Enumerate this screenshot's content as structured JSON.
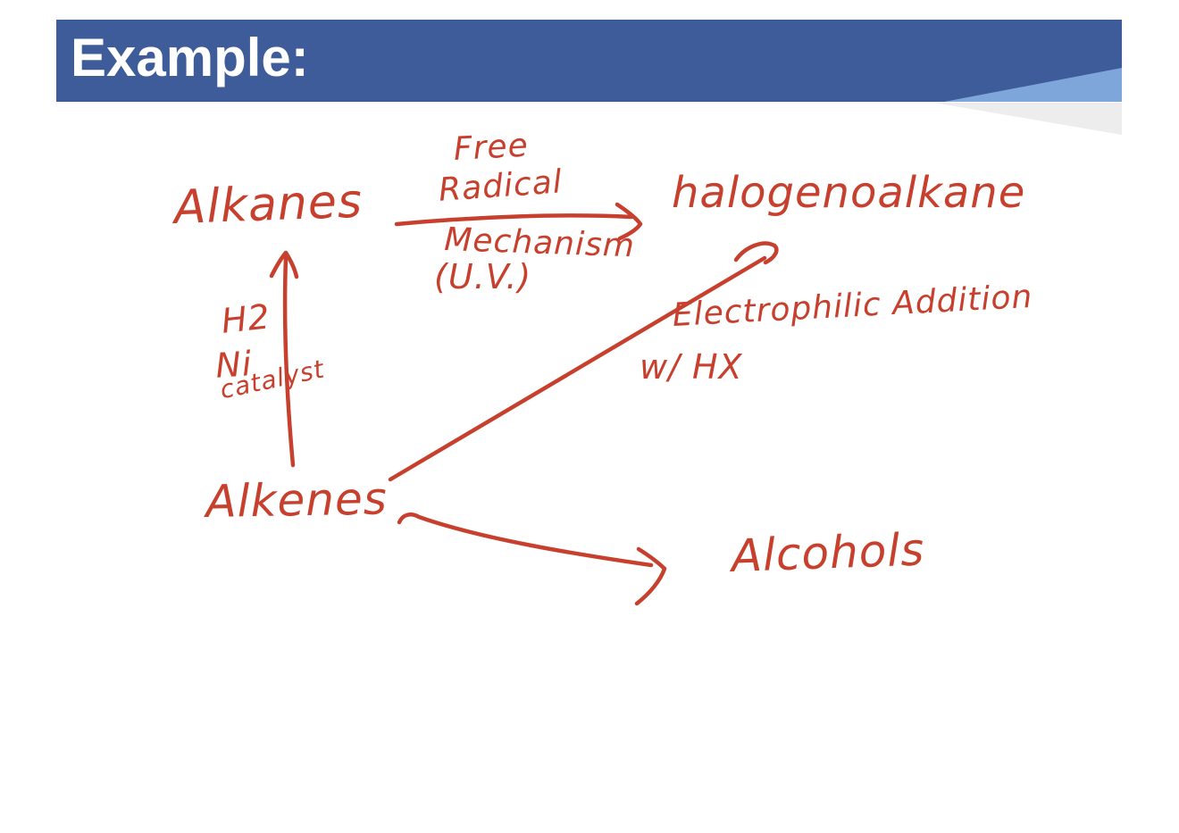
{
  "slide": {
    "title": "Example:"
  },
  "colors": {
    "banner_blue": "#3E5B9A",
    "accent_light_blue": "#7EA6DB",
    "accent_gray": "#EDEDEE",
    "ink_red": "#C7402E",
    "title_text": "#FFFFFF",
    "background": "#FFFFFF"
  },
  "diagram": {
    "nodes": {
      "alkanes": "Alkanes",
      "halogenoalkane": "halogenoalkane",
      "alkenes": "Alkenes",
      "alcohols": "Alcohols"
    },
    "edge_labels": {
      "free": "Free",
      "radical": "Radical",
      "mechanism": "Mechanism",
      "uv": "(U.V.)",
      "h2": "H2",
      "ni": "Ni",
      "catalyst": "catalyst",
      "electrophilic_addition": "Electrophilic Addition",
      "with_hx": "w/ HX"
    },
    "edges": [
      {
        "from": "Alkanes",
        "to": "halogenoalkane",
        "label": "Free Radical Mechanism (U.V.)"
      },
      {
        "from": "Alkenes",
        "to": "Alkanes",
        "label": "H2 Ni catalyst"
      },
      {
        "from": "Alkenes",
        "to": "halogenoalkane",
        "label": "Electrophilic Addition w/ HX"
      },
      {
        "from": "Alkenes",
        "to": "Alcohols",
        "label": ""
      }
    ]
  }
}
